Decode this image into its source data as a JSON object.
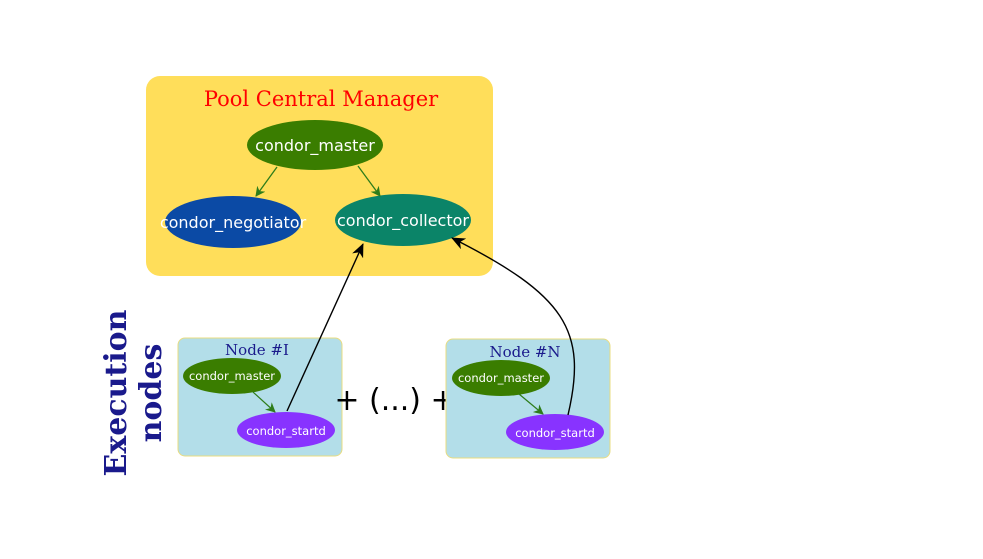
{
  "central_manager": {
    "title": "Pool Central Manager",
    "master": "condor_master",
    "negotiator": "condor_negotiator",
    "collector": "condor_collector"
  },
  "execution": {
    "label_line1": "Execution",
    "label_line2": "nodes",
    "separator": "+ (...) +",
    "nodes": [
      {
        "title": "Node #I",
        "master": "condor_master",
        "startd": "condor_startd"
      },
      {
        "title": "Node #N",
        "master": "condor_master",
        "startd": "condor_startd"
      }
    ]
  },
  "colors": {
    "manager_bg": "#ffde5a",
    "title": "#ff0000",
    "master": "#3a7d00",
    "negotiator": "#0b4aa5",
    "collector": "#0b8468",
    "node_bg": "#b3dee9",
    "startd": "#8833ff",
    "node_title": "#1a1a8c"
  }
}
